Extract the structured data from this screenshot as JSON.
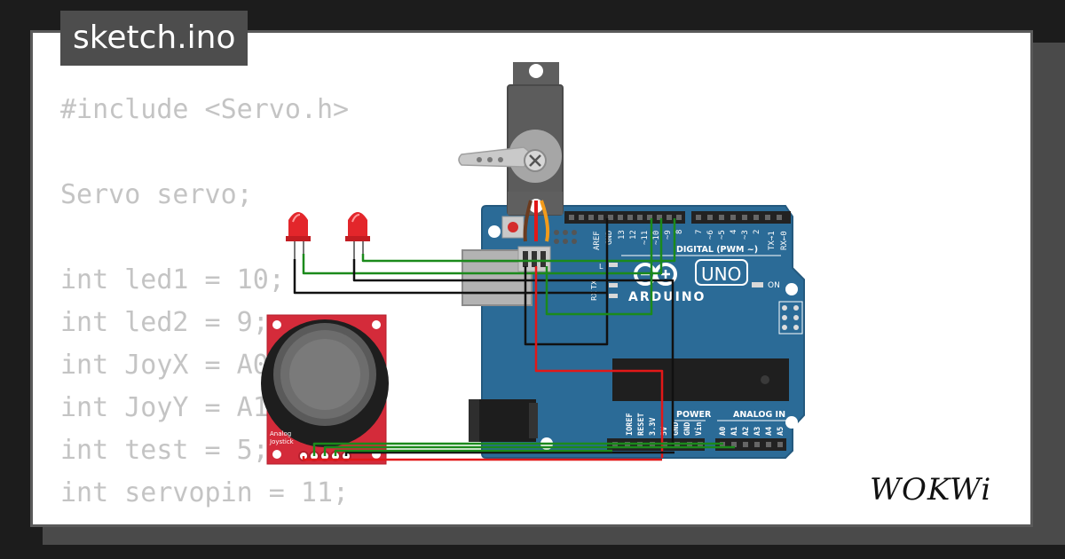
{
  "file_tab": {
    "label": "sketch.ino"
  },
  "code_lines": [
    "#include <Servo.h>",
    "",
    "Servo servo;",
    "",
    "int led1 = 10;",
    "int led2 = 9;",
    "int JoyX = A0;",
    "int JoyY = A1;",
    "int test = 5;",
    "int servopin = 11;"
  ],
  "board": {
    "uno_badge": "UNO",
    "logo_text": "ARDUINO",
    "on_label": "ON",
    "digital_label": "DIGITAL (PWM ~)",
    "power_label": "POWER",
    "analog_label": "ANALOG IN",
    "top_pins": [
      "AREF",
      "GND",
      "13",
      "12",
      "~11",
      "~10",
      "~9",
      "8",
      "7",
      "~6",
      "~5",
      "4",
      "~3",
      "2",
      "TX→1",
      "RX←0"
    ],
    "power_pins": [
      "IOREF",
      "RESET",
      "3.3V",
      "5V",
      "GND",
      "GND",
      "Vin"
    ],
    "analog_pins": [
      "A0",
      "A1",
      "A2",
      "A3",
      "A4",
      "A5"
    ],
    "tx_label": "TX",
    "rx_label": "RX",
    "l_label": "L"
  },
  "joystick": {
    "label_line1": "Analog",
    "label_line2": "Joystick"
  },
  "brand": {
    "text": "WOKWi"
  },
  "colors": {
    "page_bg": "#1c1c1c",
    "board_blue": "#2b6b97",
    "joystick_red": "#d42b3a",
    "wire_green": "#1b8a1b",
    "wire_red": "#e21818",
    "wire_black": "#111111",
    "led_red": "#e3262b",
    "code_gray": "#c4c4c4"
  }
}
